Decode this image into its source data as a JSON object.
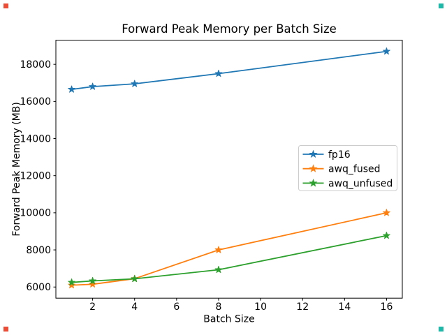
{
  "chart_data": {
    "type": "line",
    "title": "Forward Peak Memory per Batch Size",
    "xlabel": "Batch Size",
    "ylabel": "Forward Peak Memory (MB)",
    "x": [
      1,
      2,
      4,
      8,
      16
    ],
    "series": [
      {
        "name": "fp16",
        "color": "#1f77b4",
        "marker": "star",
        "values": [
          16650,
          16800,
          16950,
          17500,
          18700
        ]
      },
      {
        "name": "awq_fused",
        "color": "#ff7f0e",
        "marker": "star",
        "values": [
          6100,
          6150,
          6450,
          8000,
          10000
        ]
      },
      {
        "name": "awq_unfused",
        "color": "#2ca02c",
        "marker": "star",
        "values": [
          6250,
          6330,
          6440,
          6930,
          8770
        ]
      }
    ],
    "xticks": [
      2,
      4,
      6,
      8,
      10,
      12,
      14,
      16
    ],
    "yticks": [
      6000,
      8000,
      10000,
      12000,
      14000,
      16000,
      18000
    ],
    "xlim": [
      0.25,
      16.75
    ],
    "ylim": [
      5400,
      19300
    ],
    "grid": false,
    "legend": {
      "position": "center-right",
      "entries": [
        "fp16",
        "awq_fused",
        "awq_unfused"
      ]
    },
    "background": "#ffffff",
    "text_color": "#000000",
    "spine_color": "#000000"
  },
  "corner_markers": {
    "top_left_color": "#ec4b35",
    "top_right_color": "#1db8a8",
    "bottom_left_color": "#ec4b35",
    "bottom_right_color": "#1db8a8"
  }
}
